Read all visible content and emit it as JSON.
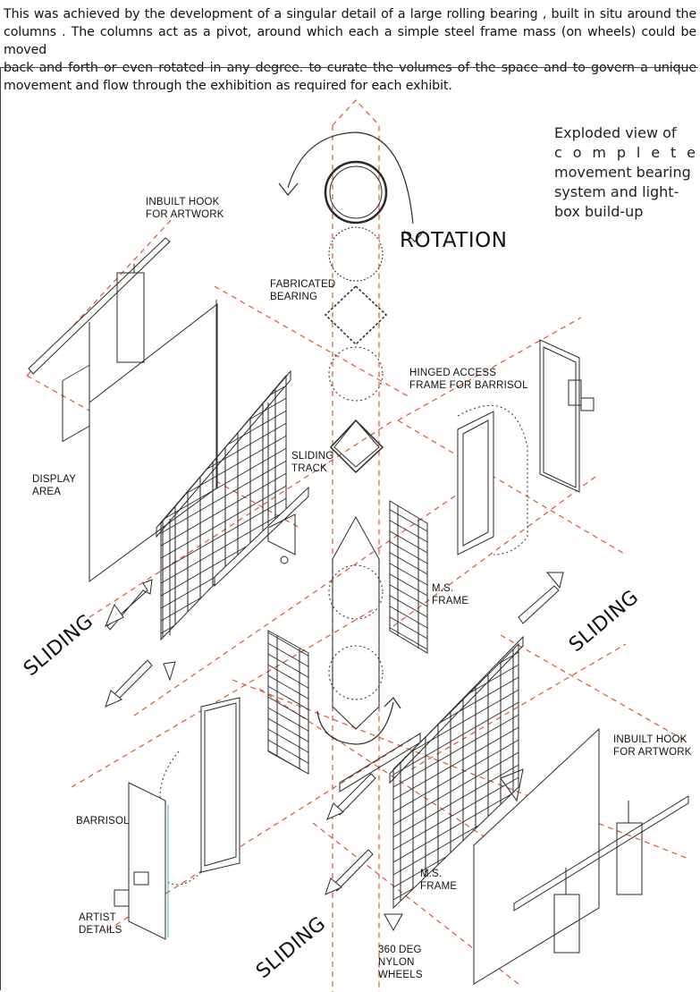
{
  "intro": {
    "line1": "This was achieved by the development of a singular detail of a large rolling bearing , built in situ around the",
    "line2": "columns . The columns act as a pivot, around which each a simple steel frame mass (on wheels)  could be moved",
    "line3": "back and forth or even rotated in any degree. to curate the volumes of the space and to govern a unique",
    "line4": "movement and flow through the exhibition as required for each exhibit."
  },
  "note": {
    "line1": "Exploded view of",
    "line2": "c o m p l e t e",
    "line3": "movement bearing",
    "line4": "system and light-",
    "line5": "box build-up"
  },
  "labels": {
    "rotation": "ROTATION",
    "inbuilt_hook_top": [
      "INBUILT HOOK",
      "FOR ARTWORK"
    ],
    "fabricated_bearing": [
      "FABRICATED",
      "BEARING"
    ],
    "hinged_access": [
      "HINGED ACCESS",
      "FRAME FOR BARRISOL"
    ],
    "sliding_track": [
      "SLIDING",
      "TRACK"
    ],
    "display_area": [
      "DISPLAY",
      "AREA"
    ],
    "ms_frame_upper": [
      "M.S.",
      "FRAME"
    ],
    "ms_frame_lower": [
      "M.S.",
      "FRAME"
    ],
    "inbuilt_hook_bottom": [
      "INBUILT HOOK",
      "FOR ARTWORK"
    ],
    "barrisol": "BARRISOL",
    "artist_details": [
      "ARTIST",
      "DETAILS"
    ],
    "wheels": [
      "360 DEG",
      "NYLON",
      "WHEELS"
    ],
    "sliding_left": "SLIDING",
    "sliding_right": "SLIDING",
    "sliding_bottom": "SLIDING"
  },
  "colors": {
    "guide": "#e2552b",
    "line": "#2a2a2a",
    "cyan": "#38b6c9"
  }
}
